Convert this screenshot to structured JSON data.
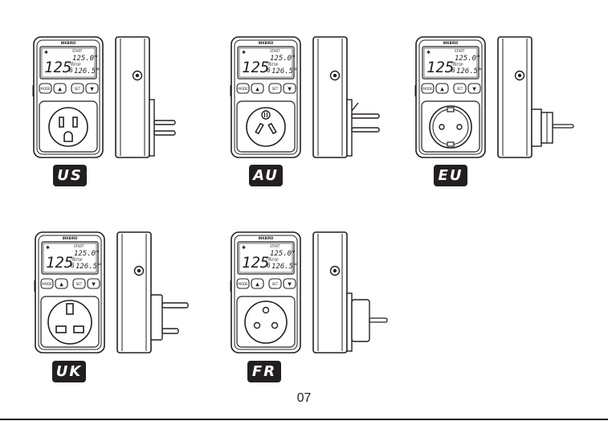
{
  "brand": "INKBIRD",
  "display": {
    "start_label": "START",
    "stop_label": "STOP",
    "main_reading": "125",
    "main_decimal": "6",
    "main_unit": "°F",
    "start_value": "125.0°",
    "stop_value": "126.5°",
    "mode_symbol": "✱"
  },
  "buttons": {
    "mode": "MODE",
    "up": "▲",
    "set": "SET",
    "down": "▼"
  },
  "variants": [
    {
      "code": "US"
    },
    {
      "code": "AU"
    },
    {
      "code": "EU"
    },
    {
      "code": "UK"
    },
    {
      "code": "FR"
    }
  ],
  "page_number": "07"
}
